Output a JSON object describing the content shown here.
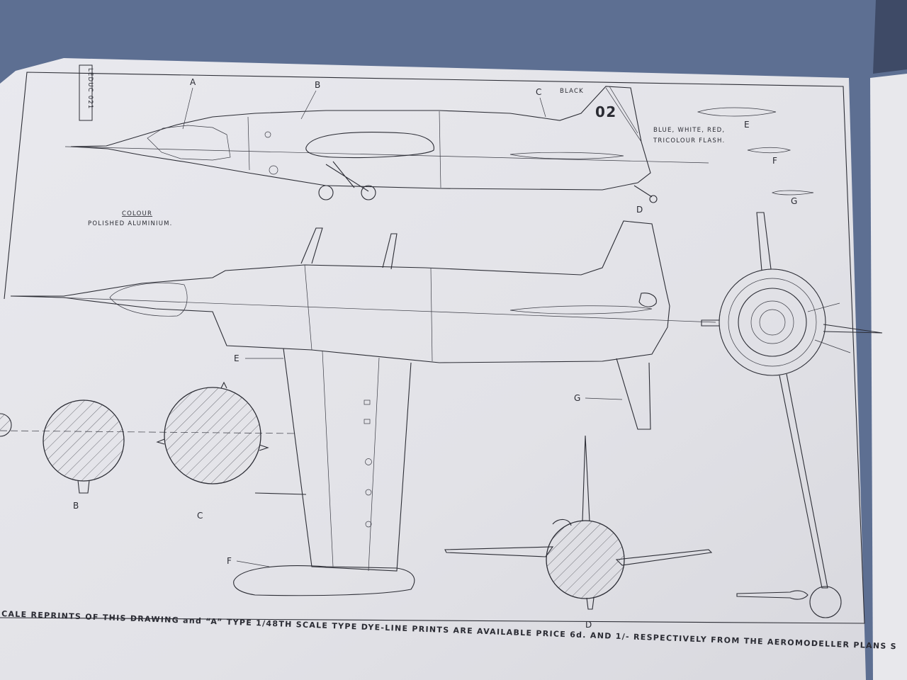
{
  "sheet": {
    "title_stamp": "LEDUC 021",
    "colour_heading": "COLOUR",
    "colour_value": "POLISHED ALUMINIUM.",
    "marking_black": "BLACK",
    "fin_number": "02",
    "flash_line1": "BLUE, WHITE, RED,",
    "flash_line2": "TRICOLOUR FLASH.",
    "footer_text": "CALE REPRINTS OF THIS DRAWING and “A” TYPE 1/48TH SCALE TYPE DYE-LINE PRINTS ARE AVAILABLE PRICE 6d. AND 1/- RESPECTIVELY FROM THE AEROMODELLER PLANS S"
  },
  "section_labels": {
    "side_a": "A",
    "side_b": "B",
    "side_c": "C",
    "side_d": "D",
    "right_e": "E",
    "right_f": "F",
    "right_g": "G",
    "plan_e": "E",
    "plan_g": "G",
    "plan_f": "F",
    "sec_b": "B",
    "sec_c": "C",
    "front_d": "D"
  },
  "colors": {
    "background": "#5d6f92",
    "paper": "#e4e4e8",
    "ink": "#2c2d35"
  }
}
